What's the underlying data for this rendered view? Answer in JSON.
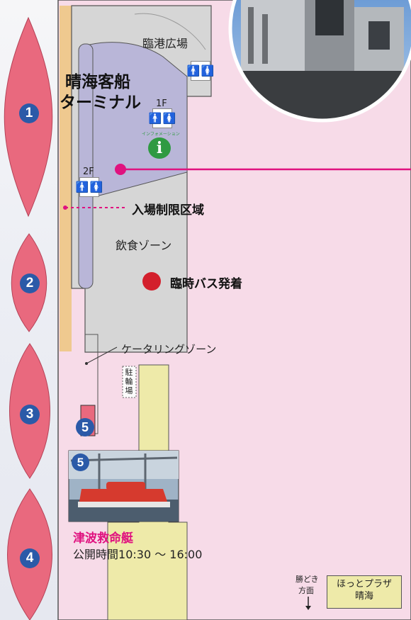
{
  "map": {
    "areas": {
      "plaza": "臨港広場",
      "terminal_line1": "晴海客船",
      "terminal_line2": "ターミナル",
      "restricted": "入場制限区域",
      "food": "飲食ゾーン",
      "bus": "臨時バス発着",
      "catering": "ケータリングゾーン",
      "bicycle": "駐輪場"
    },
    "floors": {
      "f1": "1F",
      "f2": "2F"
    },
    "info": {
      "label": "インフォメーション",
      "glyph": "i"
    },
    "restroom": {
      "man": "🚹",
      "woman": "🚺"
    },
    "ships": [
      "1",
      "2",
      "3",
      "4"
    ],
    "boat_marker": "5",
    "lifeboat": {
      "title": "津波救命艇",
      "hours_label": "公開時間",
      "hours": "10:30 ～ 16:00",
      "photo_badge": "5"
    },
    "direction": {
      "line1": "勝どき",
      "line2": "方面",
      "arrow": "↓"
    },
    "hotto_plaza": {
      "line1": "ほっとプラザ",
      "line2": "晴海"
    }
  },
  "colors": {
    "ship": "#e9697e",
    "ground": "#f7dbe8",
    "building_gray": "#d6d6d6",
    "terminal_lavender": "#b9b6d8",
    "walkway_tan": "#efc98f",
    "zone_yellow": "#eeeaa9",
    "accent_magenta": "#e0127f",
    "marker_blue": "#2b5aa8",
    "bus_red": "#d31f2c",
    "info_green": "#2f9a42"
  }
}
